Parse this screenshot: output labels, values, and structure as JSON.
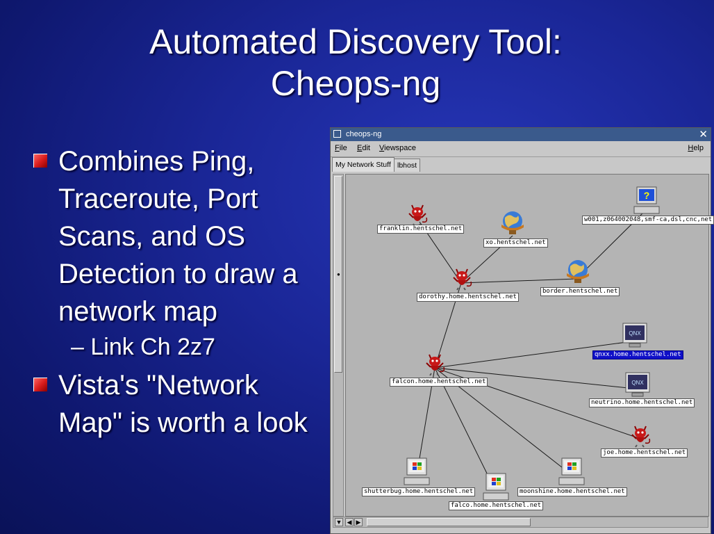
{
  "slide": {
    "title_line1": "Automated Discovery Tool:",
    "title_line2": "Cheops-ng",
    "bullets": [
      {
        "text": "Combines Ping, Traceroute, Port Scans, and OS Detection to draw a network map"
      },
      {
        "text": "Vista's \"Network Map\" is worth a look"
      }
    ],
    "sub_bullet": "– Link Ch 2z7"
  },
  "window": {
    "title": "cheops-ng",
    "menu": [
      "File",
      "Edit",
      "Viewspace"
    ],
    "help": "Help",
    "tabs": [
      "My Network Stuff",
      "lbhost"
    ],
    "active_tab": "My Network Stuff",
    "nodes": [
      {
        "label": "franklin.hentschel.net",
        "icon": "bsd-daemon-icon"
      },
      {
        "label": "xo.hentschel.net",
        "icon": "globe-icon"
      },
      {
        "label": "w001,z064002048,smf-ca,dsl,cnc,net",
        "icon": "unknown-os-computer-icon"
      },
      {
        "label": "dorothy.home.hentschel.net",
        "icon": "bsd-daemon-icon"
      },
      {
        "label": "border.hentschel.net",
        "icon": "globe-icon"
      },
      {
        "label": "qnxx.home.hentschel.net",
        "icon": "qnx-monitor-icon",
        "selected": true
      },
      {
        "label": "falcon.home.hentschel.net",
        "icon": "bsd-daemon-icon"
      },
      {
        "label": "neutrino.home.hentschel.net",
        "icon": "qnx-monitor-icon"
      },
      {
        "label": "joe.home.hentschel.net",
        "icon": "bsd-daemon-icon"
      },
      {
        "label": "shutterbug.home.hentschel.net",
        "icon": "windows-computer-icon"
      },
      {
        "label": "falco.home.hentschel.net",
        "icon": "windows-computer-icon"
      },
      {
        "label": "moonshine.home.hentschel.net",
        "icon": "windows-computer-icon"
      }
    ],
    "links": [
      [
        "franklin.hentschel.net",
        "dorothy.home.hentschel.net"
      ],
      [
        "xo.hentschel.net",
        "dorothy.home.hentschel.net"
      ],
      [
        "border.hentschel.net",
        "dorothy.home.hentschel.net"
      ],
      [
        "w001,z064002048,smf-ca,dsl,cnc,net",
        "border.hentschel.net"
      ],
      [
        "dorothy.home.hentschel.net",
        "falcon.home.hentschel.net"
      ],
      [
        "falcon.home.hentschel.net",
        "qnxx.home.hentschel.net"
      ],
      [
        "falcon.home.hentschel.net",
        "neutrino.home.hentschel.net"
      ],
      [
        "falcon.home.hentschel.net",
        "joe.home.hentschel.net"
      ],
      [
        "falcon.home.hentschel.net",
        "shutterbug.home.hentschel.net"
      ],
      [
        "falcon.home.hentschel.net",
        "falco.home.hentschel.net"
      ],
      [
        "falcon.home.hentschel.net",
        "moonshine.home.hentschel.net"
      ]
    ]
  }
}
